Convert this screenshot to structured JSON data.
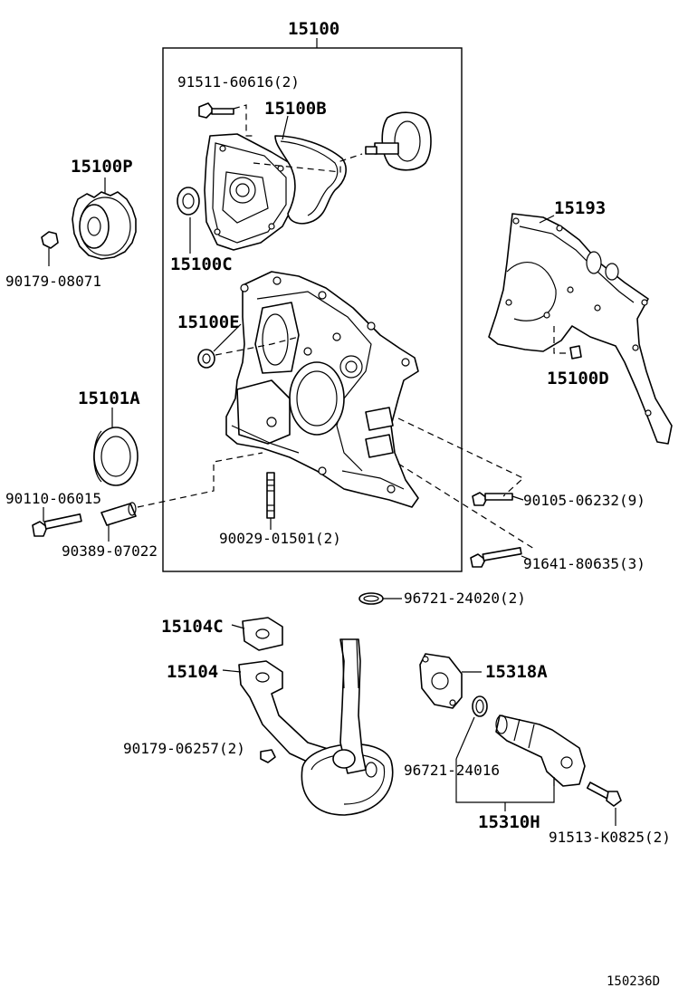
{
  "title": "15100",
  "labels": {
    "p15100B": "15100B",
    "p15100C": "15100C",
    "p15100E": "15100E",
    "p15100P": "15100P",
    "p15100D": "15100D",
    "p15193": "15193",
    "p15101A": "15101A",
    "p15104C": "15104C",
    "p15104": "15104",
    "p15318A": "15318A",
    "p15310H": "15310H",
    "b91511": "91511-60616(2)",
    "b90179a": "90179-08071",
    "b90110": "90110-06015",
    "b90389": "90389-07022",
    "b90029": "90029-01501(2)",
    "b90105": "90105-06232(9)",
    "b91641": "91641-80635(3)",
    "b96721a": "96721-24020(2)",
    "b90179b": "90179-06257(2)",
    "b96721b": "96721-24016",
    "b91513": "91513-K0825(2)"
  },
  "diagram_ref": "150236D"
}
